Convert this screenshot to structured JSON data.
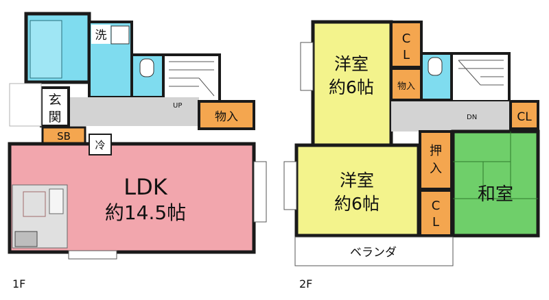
{
  "floors": {
    "first": {
      "label": "1F",
      "rooms": {
        "wash": "洗",
        "entrance_top": "玄",
        "entrance_bottom": "関",
        "shoebox": "SB",
        "fridge": "冷",
        "storage": "物入",
        "ldk_title": "LDK",
        "ldk_size": "約14.5帖",
        "stairs_up": "UP"
      }
    },
    "second": {
      "label": "2F",
      "rooms": {
        "western1_title": "洋室",
        "western1_size": "約6帖",
        "western2_title": "洋室",
        "western2_size": "約6帖",
        "cl1_a": "C",
        "cl1_b": "L",
        "cl2_a": "C",
        "cl2_b": "L",
        "cl3": "CL",
        "storage": "物入",
        "oshiire_a": "押",
        "oshiire_b": "入",
        "japanese": "和室",
        "stairs_down": "DN",
        "veranda": "ベランダ"
      }
    }
  },
  "colors": {
    "wall": "#1a1a1a",
    "wet_area": "#7fdcef",
    "ldk": "#f2a6ad",
    "western": "#f3f38c",
    "japanese": "#6fcf6a",
    "closet": "#f4a64f",
    "hall": "#d3d3d3"
  }
}
